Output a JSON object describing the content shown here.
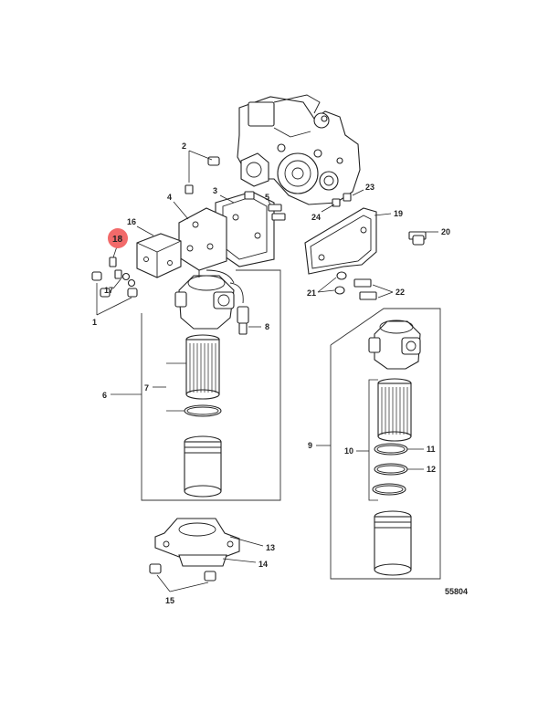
{
  "diagram": {
    "highlight_color": "#f26a6a",
    "line_color": "#222222",
    "highlighted_callout": "18",
    "figure_number": "55804",
    "callouts": {
      "c1": "1",
      "c2": "2",
      "c3": "3",
      "c4": "4",
      "c5": "5",
      "c6": "6",
      "c7": "7",
      "c8": "8",
      "c9": "9",
      "c10": "10",
      "c11": "11",
      "c12": "12",
      "c13": "13",
      "c14": "14",
      "c15": "15",
      "c16": "16",
      "c17": "17",
      "c18": "18",
      "c19": "19",
      "c20": "20",
      "c21": "21",
      "c22": "22",
      "c23": "23",
      "c24": "24"
    }
  }
}
